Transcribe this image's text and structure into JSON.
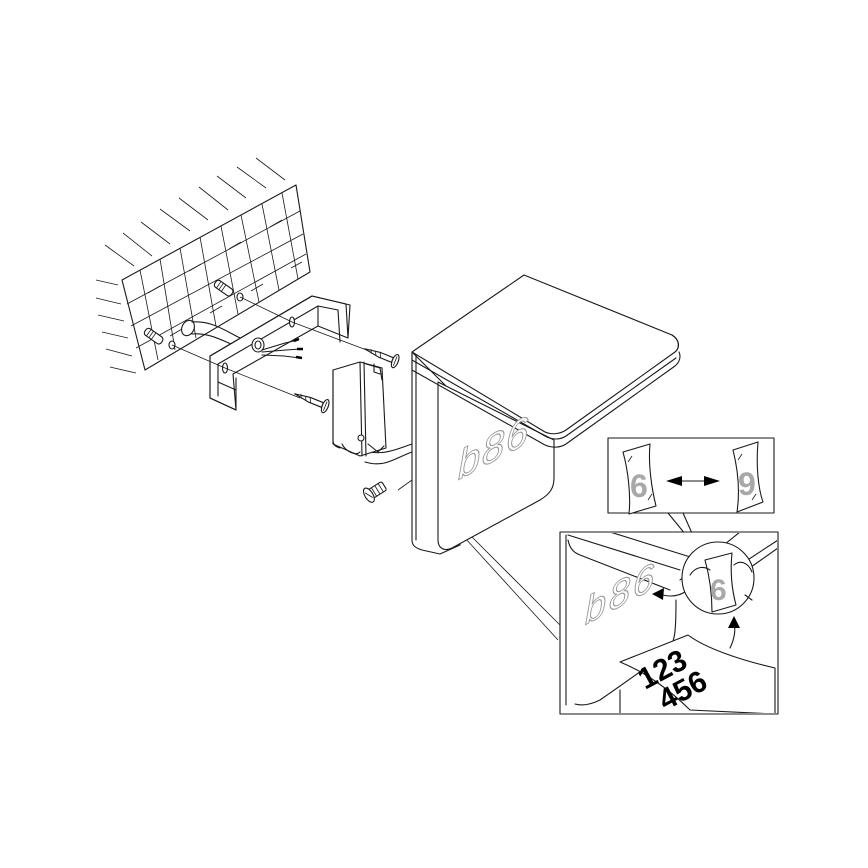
{
  "diagram": {
    "type": "assembly-instruction",
    "subject": "wall-mounted house number light installation",
    "colors": {
      "line": "#1a1a1a",
      "digit_outline": "#9a9a9a",
      "digit_grey": "#a8a8a8",
      "sticker_digits": "#000000",
      "background": "#ffffff"
    },
    "components": [
      {
        "id": "wall",
        "label": "brick wall"
      },
      {
        "id": "wall-plugs",
        "label": "wall plugs",
        "count": 2
      },
      {
        "id": "cable",
        "label": "supply cable with 3 wires"
      },
      {
        "id": "mounting-bracket",
        "label": "mounting bracket"
      },
      {
        "id": "screws",
        "label": "fixing screws",
        "count": 2
      },
      {
        "id": "junction-box",
        "label": "junction box"
      },
      {
        "id": "set-screw",
        "label": "set screw"
      },
      {
        "id": "lamp-housing",
        "label": "lamp housing"
      }
    ],
    "main_panel": {
      "house_number": {
        "c1": "b",
        "c2": "8",
        "c3": "6"
      }
    },
    "detail_inset_top": {
      "left_digit": "6",
      "right_digit": "9",
      "arrow": "double-headed"
    },
    "detail_inset_bottom": {
      "house_number": {
        "c1": "b",
        "c2": "8",
        "c3": "6"
      },
      "sticker_digit": "6",
      "sticker_sheet": {
        "row1": "123",
        "row2": "456"
      }
    }
  }
}
